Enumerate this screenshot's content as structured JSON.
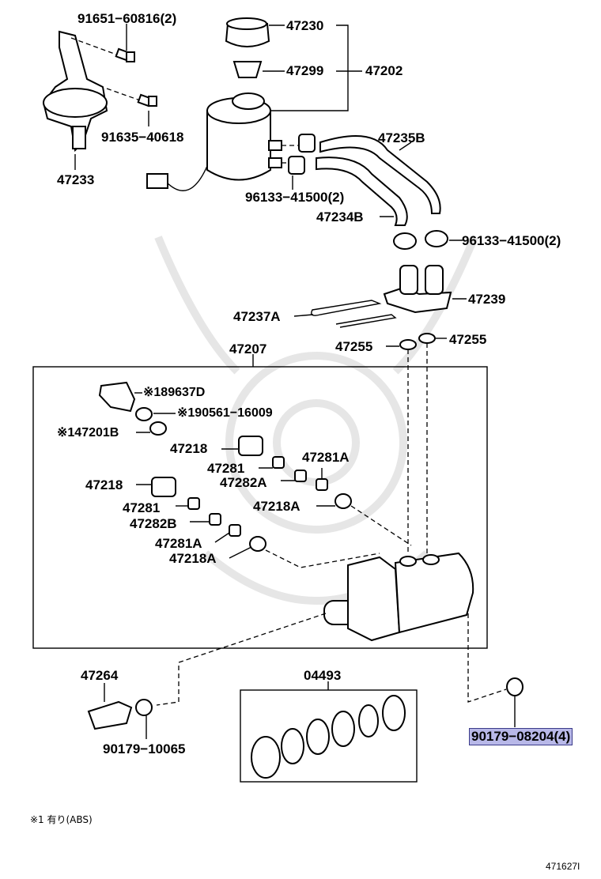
{
  "labels": {
    "p91651": "91651−60816(2)",
    "p47230": "47230",
    "p47299": "47299",
    "p47202": "47202",
    "p91635": "91635−40618",
    "p47235B": "47235B",
    "p47233": "47233",
    "p96133a": "96133−41500(2)",
    "p47234B": "47234B",
    "p96133b": "96133−41500(2)",
    "p47239": "47239",
    "p47237A": "47237A",
    "p47255a": "47255",
    "p47255b": "47255",
    "p47207": "47207",
    "p89637D": "※189637D",
    "p90561": "※190561−16009",
    "p47201B": "※147201B",
    "p47218a": "47218",
    "p47281Aa": "47281A",
    "p47281a": "47281",
    "p47282A": "47282A",
    "p47218b": "47218",
    "p47218Aa": "47218A",
    "p47281b": "47281",
    "p47282B": "47282B",
    "p47281Ab": "47281A",
    "p47218Ab": "47218A",
    "p47264": "47264",
    "p04493": "04493",
    "p90179a": "90179−10065",
    "p90179b": "90179−08204(4)"
  },
  "footnote": "※1 有り(ABS)",
  "diagram_code": "471627I",
  "highlight_color": "#b8b8e8"
}
